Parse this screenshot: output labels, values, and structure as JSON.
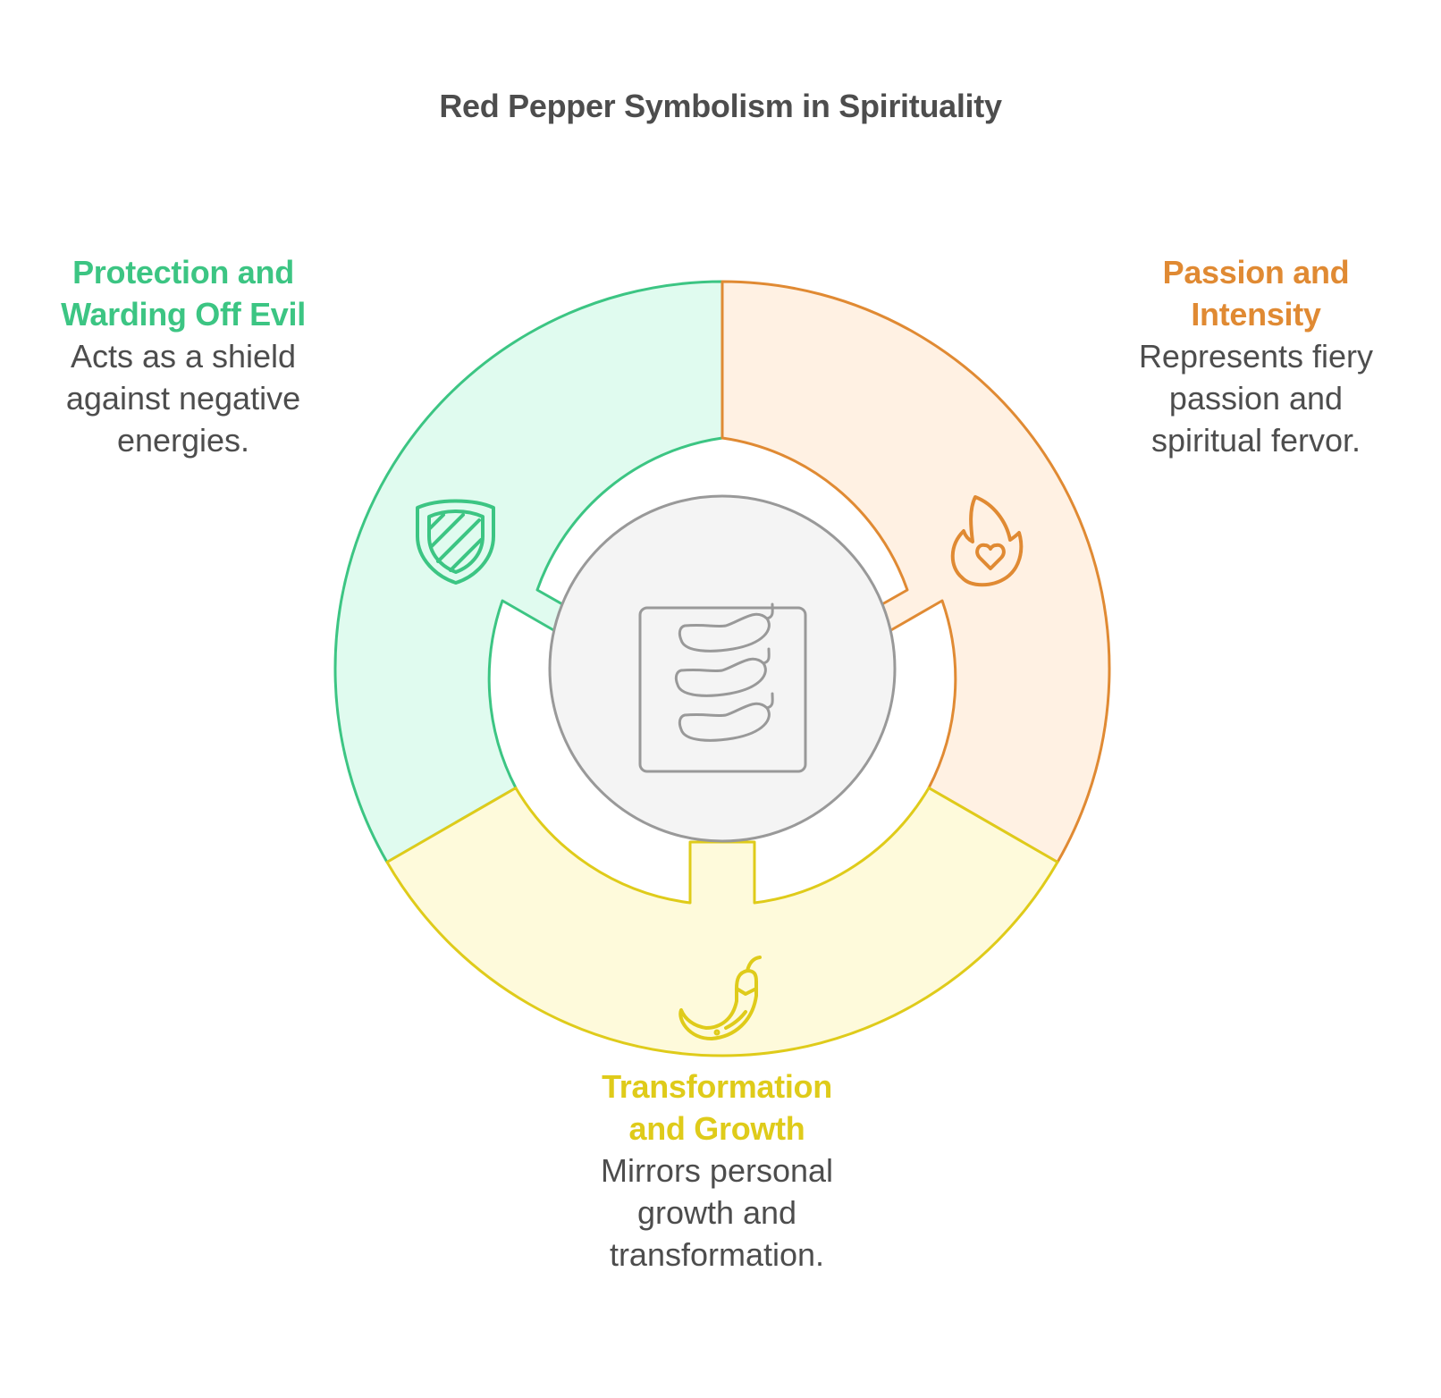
{
  "title": "Red Pepper Symbolism in Spirituality",
  "center": {
    "icon": "three-peppers-icon",
    "fill": "#f4f4f4",
    "stroke": "#999999"
  },
  "segments": [
    {
      "id": "protection",
      "heading_line1": "Protection and",
      "heading_line2": "Warding Off Evil",
      "desc_line1": "Acts as a shield",
      "desc_line2": "against negative",
      "desc_line3": "energies.",
      "icon": "shield-icon",
      "color": "#3cc583",
      "fill": "#e0fbef"
    },
    {
      "id": "passion",
      "heading_line1": "Passion and",
      "heading_line2": "Intensity",
      "desc_line1": "Represents fiery",
      "desc_line2": "passion and",
      "desc_line3": "spiritual fervor.",
      "icon": "flame-heart-icon",
      "color": "#e08a33",
      "fill": "#fff1e3"
    },
    {
      "id": "transformation",
      "heading_line1": "Transformation",
      "heading_line2": "and Growth",
      "desc_line1": "Mirrors personal",
      "desc_line2": "growth and",
      "desc_line3": "transformation.",
      "icon": "chili-pepper-icon",
      "color": "#dfcb1a",
      "fill": "#fefadb"
    }
  ]
}
